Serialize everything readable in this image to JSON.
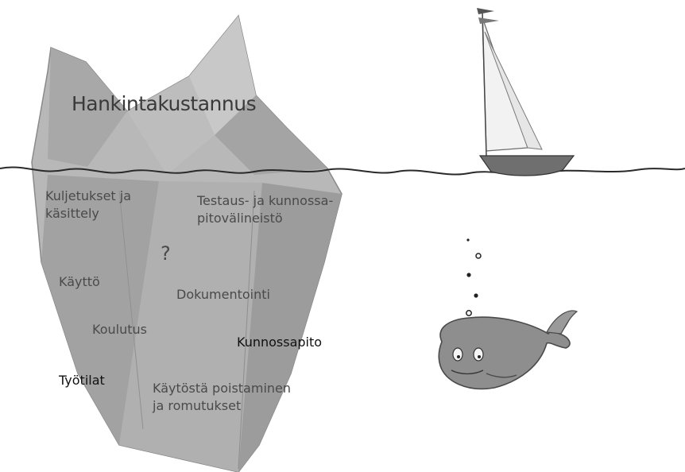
{
  "diagram": {
    "above_water": {
      "title": "Hankintakustannus"
    },
    "below_water": {
      "items": [
        {
          "line1": "Kuljetukset ja",
          "line2": "käsittely"
        },
        {
          "line1": "Testaus- ja kunnossa-",
          "line2": "pitovälineistö"
        },
        {
          "line1": "?"
        },
        {
          "line1": "Käyttö"
        },
        {
          "line1": "Dokumentointi"
        },
        {
          "line1": "Koulutus"
        },
        {
          "line1": "Kunnossapito"
        },
        {
          "line1": "Työtilat"
        },
        {
          "line1": "Käytöstä poistaminen",
          "line2": "ja romutukset"
        }
      ]
    },
    "figures": {
      "iceberg": "iceberg",
      "boat": "sailboat-icon",
      "whale": "whale-icon",
      "bubbles": "bubbles",
      "water": "water-line"
    },
    "colors": {
      "iceberg_fill": "#b4b4b4",
      "iceberg_shade": "#9a9a9a",
      "whale_fill": "#8c8c8c",
      "water_line": "#2a2a2a"
    }
  }
}
